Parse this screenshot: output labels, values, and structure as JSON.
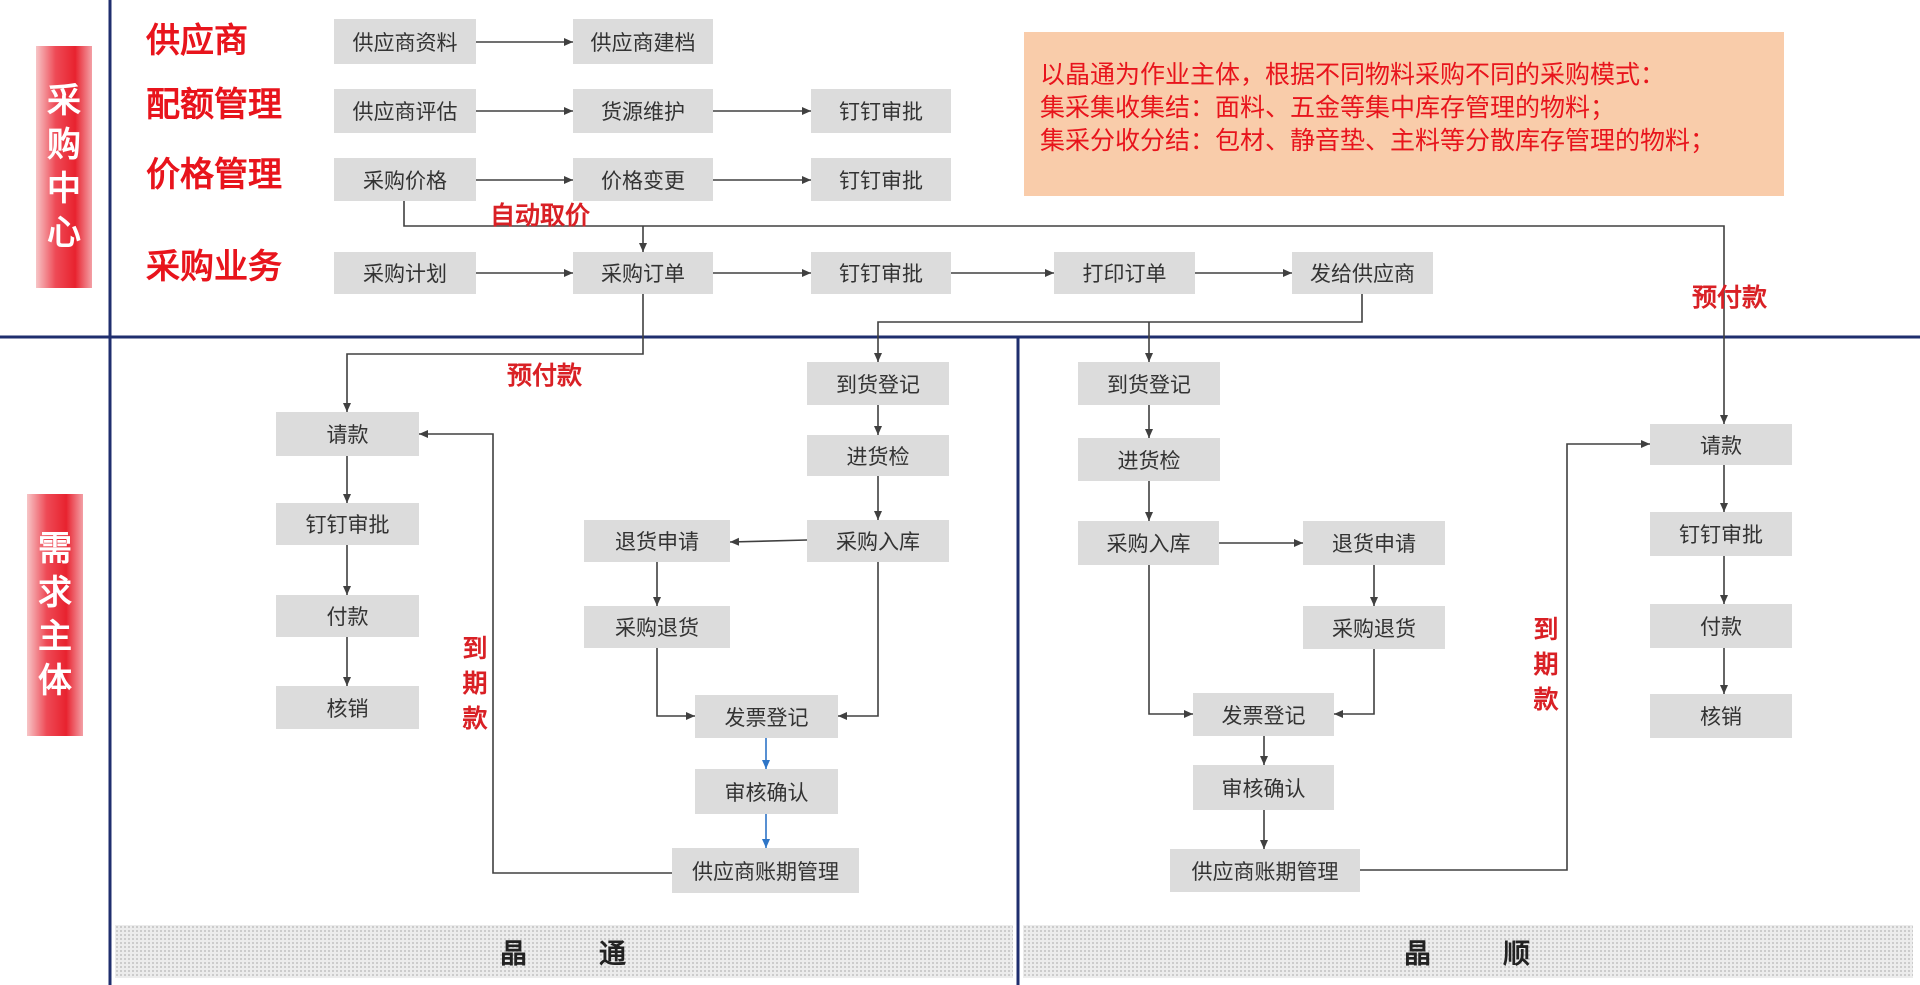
{
  "sidebar": {
    "procurement": "采购中心",
    "demand": "需求主体"
  },
  "rows": {
    "supplier": "供应商",
    "quota": "配额管理",
    "price": "价格管理",
    "business": "采购业务"
  },
  "top_boxes": {
    "supplier_info": "供应商资料",
    "supplier_file": "供应商建档",
    "supplier_eval": "供应商评估",
    "source_maint": "货源维护",
    "dingding_quota": "钉钉审批",
    "purchase_price": "采购价格",
    "price_change": "价格变更",
    "dingding_price": "钉钉审批",
    "purchase_plan": "采购计划",
    "purchase_order": "采购订单",
    "dingding_order": "钉钉审批",
    "print_order": "打印订单",
    "send_supplier": "发给供应商"
  },
  "note": {
    "line1": "以晶通为作业主体，根据不同物料采购不同的采购模式：",
    "line2": "集采集收集结：面料、五金等集中库存管理的物料；",
    "line3": "集采分收分结：包材、静音垫、主料等分散库存管理的物料；"
  },
  "annotations": {
    "auto_price": "自动取价",
    "prepay_left": "预付款",
    "prepay_right": "预付款",
    "due_left": [
      "到",
      "期",
      "款"
    ],
    "due_right": [
      "到",
      "期",
      "款"
    ]
  },
  "jingtong": {
    "request_payment": "请款",
    "dingding": "钉钉审批",
    "payment": "付款",
    "writeoff": "核销",
    "arrival": "到货登记",
    "inspection": "进货检",
    "warehousing": "采购入库",
    "return_request": "退货申请",
    "purchase_return": "采购退货",
    "invoice": "发票登记",
    "audit": "审核确认",
    "account_period": "供应商账期管理"
  },
  "jingshun": {
    "arrival": "到货登记",
    "inspection": "进货检",
    "warehousing": "采购入库",
    "return_request": "退货申请",
    "purchase_return": "采购退货",
    "invoice": "发票登记",
    "audit": "审核确认",
    "account_period": "供应商账期管理",
    "request_payment": "请款",
    "dingding": "钉钉审批",
    "payment": "付款",
    "writeoff": "核销"
  },
  "bands": {
    "left": [
      "晶",
      "通"
    ],
    "right": [
      "晶",
      "顺"
    ]
  },
  "colors": {
    "accent_red": "#e8141c",
    "divider_blue": "#1f2e6e",
    "box_gray": "#dcdcdc",
    "note_bg": "#f9ccaa",
    "blue_arrow": "#2e75c7"
  }
}
